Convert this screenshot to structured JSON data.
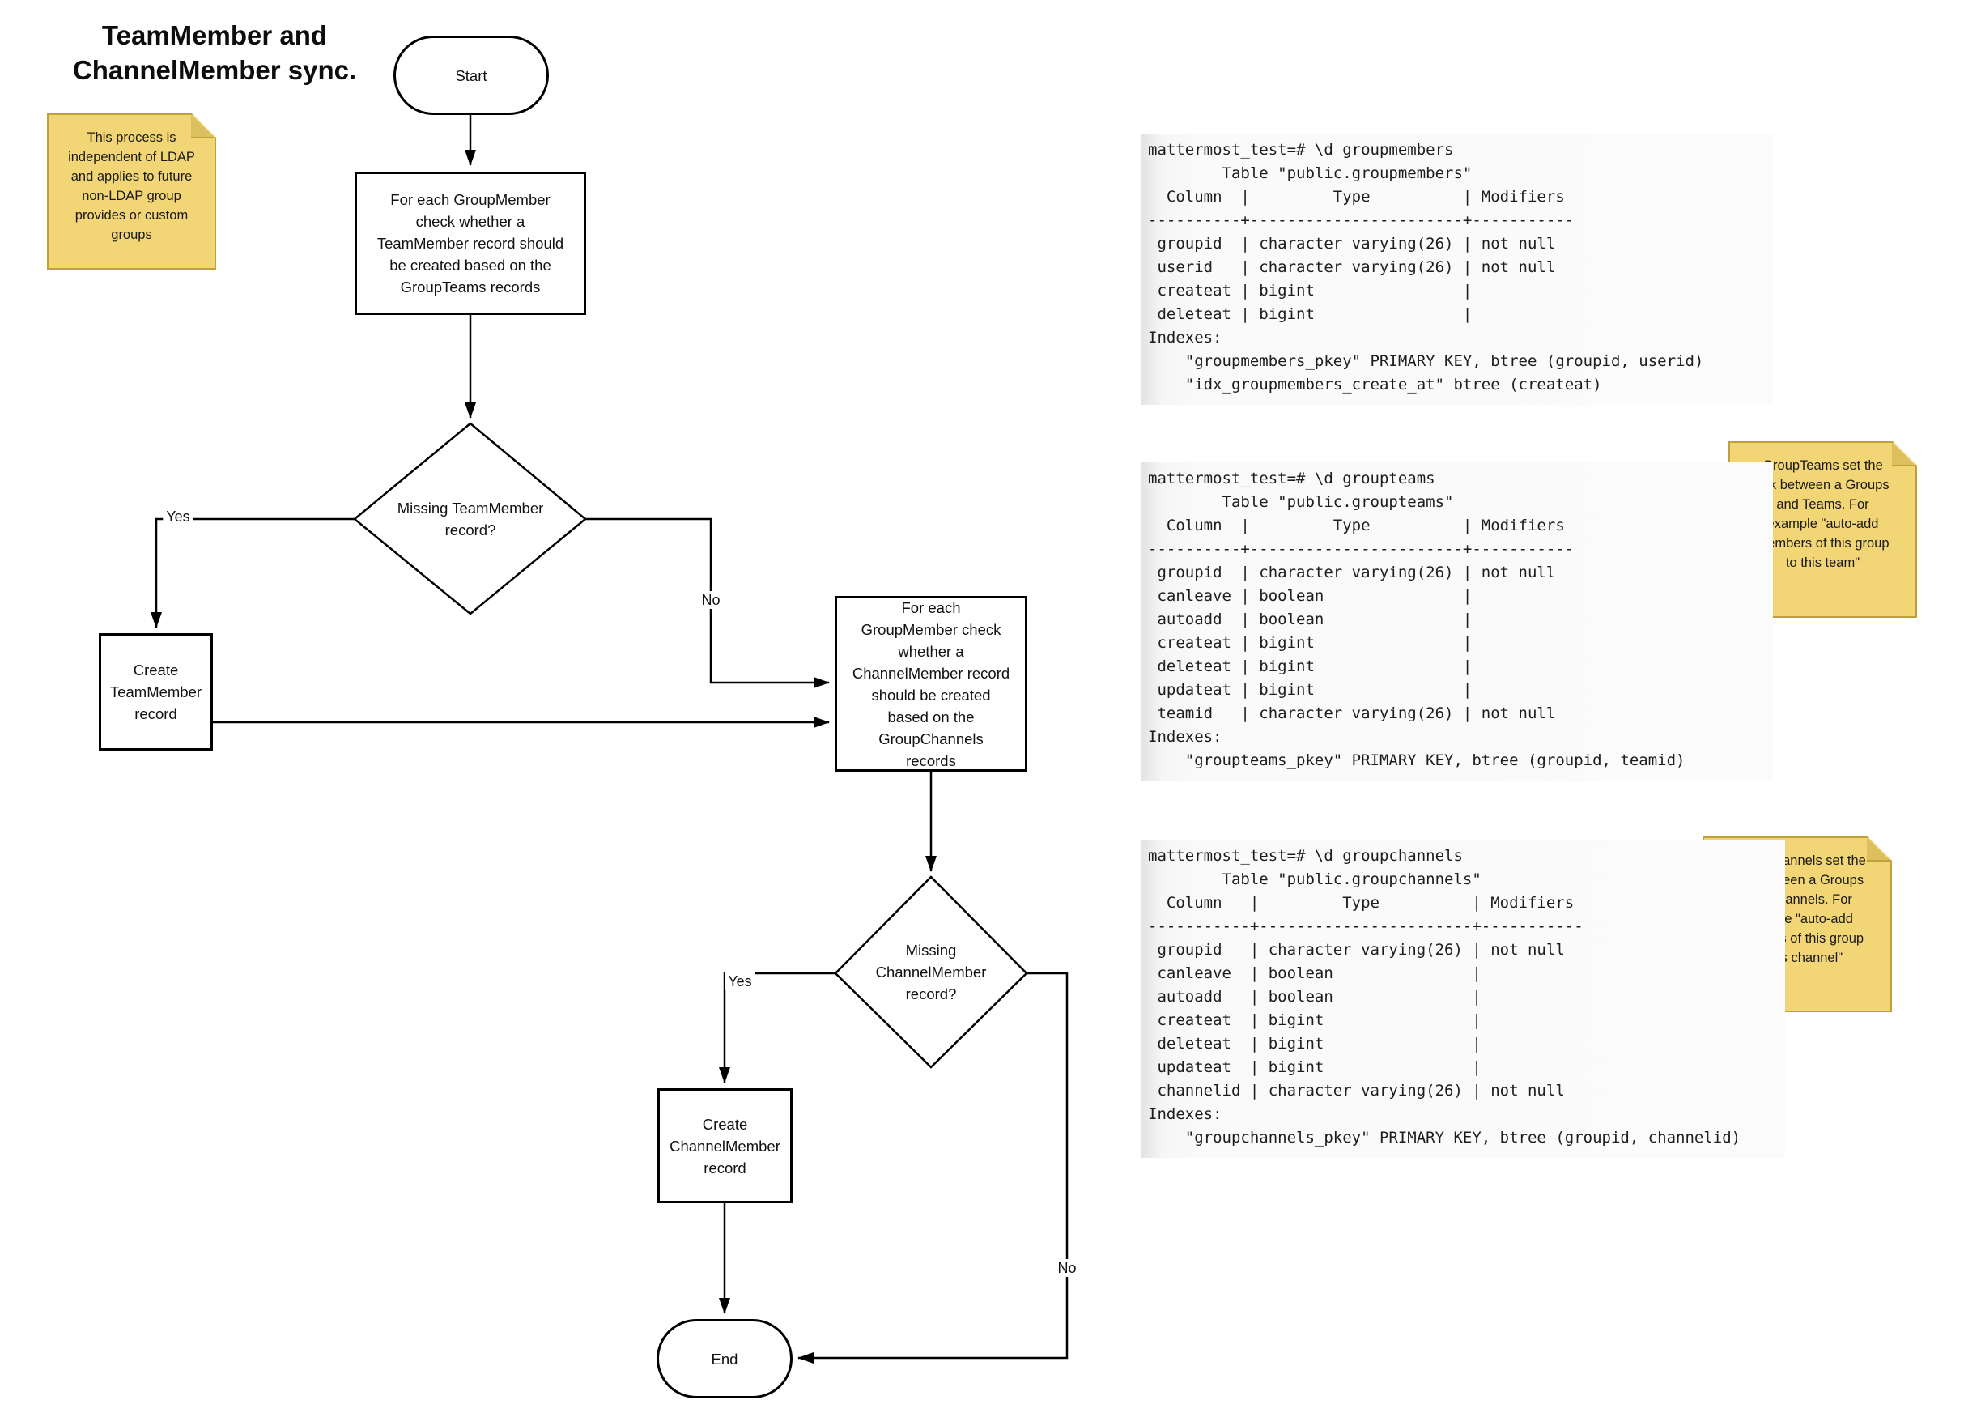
{
  "title": "TeamMember and\nChannelMember sync.",
  "flowchart": {
    "start": "Start",
    "process1": "For each GroupMember\ncheck whether a\nTeamMember record should\nbe created based on the\nGroupTeams records",
    "decision1": "Missing TeamMember\nrecord?",
    "create_teammember": "Create\nTeamMember\nrecord",
    "process2": "For each\nGroupMember check\nwhether a\nChannelMember record\nshould be created\nbased on the\nGroupChannels\nrecords",
    "decision2": "Missing\nChannelMember\nrecord?",
    "create_channelmember": "Create\nChannelMember\nrecord",
    "end": "End",
    "edge_labels": {
      "yes1": "Yes",
      "no1": "No",
      "yes2": "Yes",
      "no2": "No"
    }
  },
  "notes": {
    "ldap": "This process is\nindependent of LDAP\nand applies to future\nnon-LDAP group\nprovides or custom\ngroups",
    "groupteams": "GroupTeams set the\nlink between a Groups\nand Teams. For\nexample \"auto-add\nmembers of this group\nto this team\"",
    "groupchannels": "GroupChannels set the\nlink between a Groups\nand Channels. For\nexample \"auto-add\nmembers of this group\nto this channel\""
  },
  "code_blocks": {
    "groupmembers": "mattermost_test=# \\d groupmembers\n        Table \"public.groupmembers\"\n  Column  |         Type          | Modifiers\n----------+-----------------------+-----------\n groupid  | character varying(26) | not null\n userid   | character varying(26) | not null\n createat | bigint                |\n deleteat | bigint                |\nIndexes:\n    \"groupmembers_pkey\" PRIMARY KEY, btree (groupid, userid)\n    \"idx_groupmembers_create_at\" btree (createat)",
    "groupteams": "mattermost_test=# \\d groupteams\n        Table \"public.groupteams\"\n  Column  |         Type          | Modifiers\n----------+-----------------------+-----------\n groupid  | character varying(26) | not null\n canleave | boolean               |\n autoadd  | boolean               |\n createat | bigint                |\n deleteat | bigint                |\n updateat | bigint                |\n teamid   | character varying(26) | not null\nIndexes:\n    \"groupteams_pkey\" PRIMARY KEY, btree (groupid, teamid)",
    "groupchannels": "mattermost_test=# \\d groupchannels\n        Table \"public.groupchannels\"\n  Column   |         Type          | Modifiers\n-----------+-----------------------+-----------\n groupid   | character varying(26) | not null\n canleave  | boolean               |\n autoadd   | boolean               |\n createat  | bigint                |\n deleteat  | bigint                |\n updateat  | bigint                |\n channelid | character varying(26) | not null\nIndexes:\n    \"groupchannels_pkey\" PRIMARY KEY, btree (groupid, channelid)"
  },
  "colors": {
    "note_fill": "#F2D574",
    "note_fold": "#DCC05E",
    "note_border": "#BDA23C",
    "line": "#000000",
    "node_fill": "#FFFFFF",
    "node_border": "#000000",
    "code_bg_left": "#E3E3E3",
    "code_bg": "#FAFAFA",
    "text": "#111111"
  }
}
